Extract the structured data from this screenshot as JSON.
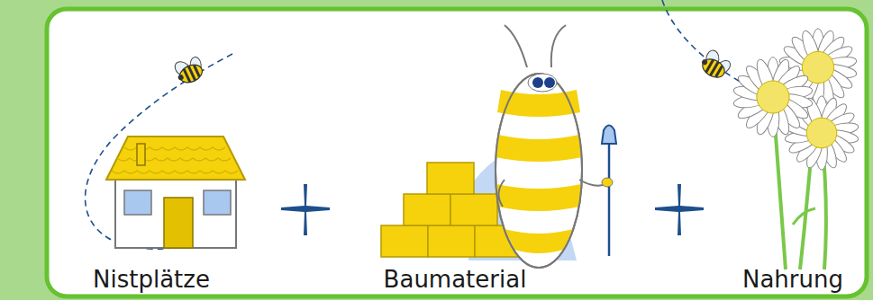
{
  "diagram": {
    "labels": [
      "Nistplätze",
      "Baumaterial",
      "Nahrung"
    ]
  }
}
